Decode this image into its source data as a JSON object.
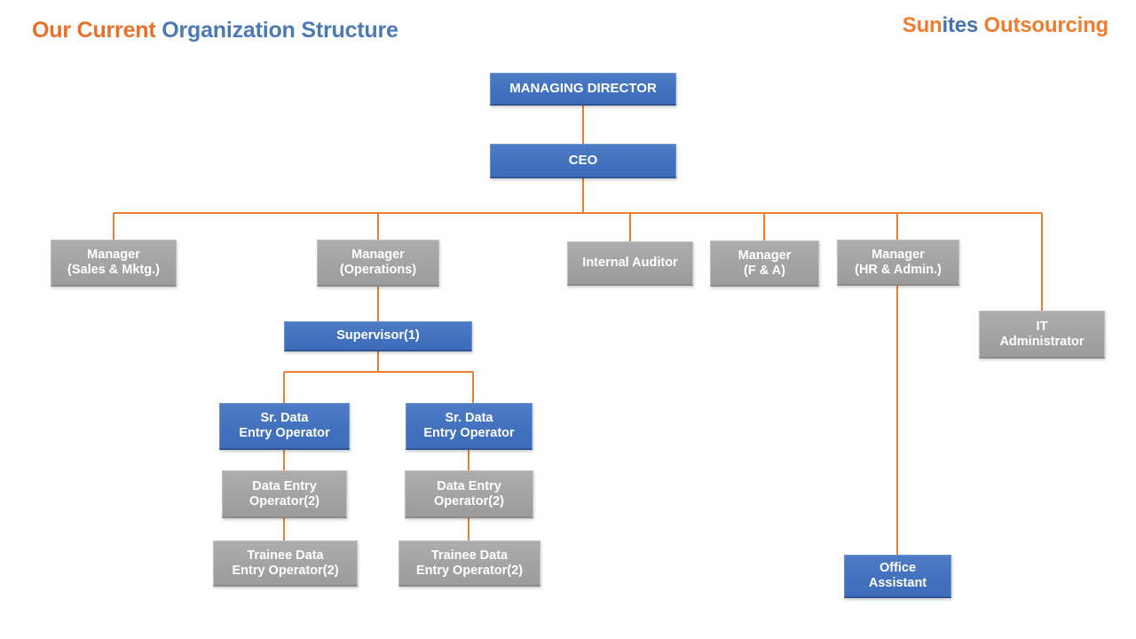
{
  "header": {
    "title_part1": "Our Current",
    "title_part2": "Organization Structure",
    "logo_part1": "Sun",
    "logo_part2": "ites",
    "logo_part3": "Outsourcing"
  },
  "colors": {
    "accent_orange": "#E8702A",
    "title_blue": "#4C7AB5",
    "logo_orange": "#F07C2E",
    "logo_blue": "#4472B0",
    "connector": "#ED7D31",
    "box_blue": "#4272BE",
    "box_gray": "#A3A3A3",
    "background": "#FFFFFF"
  },
  "chart_data": {
    "type": "diagram",
    "title": "Our Current Organization Structure",
    "nodes": [
      {
        "id": "md",
        "label": "MANAGING DIRECTOR",
        "style": "blue"
      },
      {
        "id": "ceo",
        "label": "CEO",
        "style": "blue"
      },
      {
        "id": "mgr_sales",
        "label_line1": "Manager",
        "label_line2": "(Sales & Mktg.)",
        "style": "gray"
      },
      {
        "id": "mgr_ops",
        "label_line1": "Manager",
        "label_line2": "(Operations)",
        "style": "gray"
      },
      {
        "id": "auditor",
        "label": "Internal Auditor",
        "style": "gray"
      },
      {
        "id": "mgr_fa",
        "label_line1": "Manager",
        "label_line2": "(F & A)",
        "style": "gray"
      },
      {
        "id": "mgr_hr",
        "label_line1": "Manager",
        "label_line2": "(HR & Admin.)",
        "style": "gray"
      },
      {
        "id": "it_admin",
        "label_line1": "IT",
        "label_line2": "Administrator",
        "style": "gray"
      },
      {
        "id": "supervisor",
        "label": "Supervisor(1)",
        "style": "blue"
      },
      {
        "id": "sr_deo_1",
        "label_line1": "Sr. Data",
        "label_line2": "Entry Operator",
        "style": "blue"
      },
      {
        "id": "sr_deo_2",
        "label_line1": "Sr. Data",
        "label_line2": "Entry Operator",
        "style": "blue"
      },
      {
        "id": "deo_1",
        "label_line1": "Data Entry",
        "label_line2": "Operator(2)",
        "style": "gray"
      },
      {
        "id": "deo_2",
        "label_line1": "Data Entry",
        "label_line2": "Operator(2)",
        "style": "gray"
      },
      {
        "id": "trainee_1",
        "label_line1": "Trainee Data",
        "label_line2": "Entry Operator(2)",
        "style": "gray"
      },
      {
        "id": "trainee_2",
        "label_line1": "Trainee Data",
        "label_line2": "Entry Operator(2)",
        "style": "gray"
      },
      {
        "id": "office",
        "label_line1": "Office",
        "label_line2": "Assistant",
        "style": "blue"
      }
    ],
    "edges": [
      [
        "md",
        "ceo"
      ],
      [
        "ceo",
        "mgr_sales"
      ],
      [
        "ceo",
        "mgr_ops"
      ],
      [
        "ceo",
        "auditor"
      ],
      [
        "ceo",
        "mgr_fa"
      ],
      [
        "ceo",
        "mgr_hr"
      ],
      [
        "ceo",
        "it_admin"
      ],
      [
        "mgr_ops",
        "supervisor"
      ],
      [
        "supervisor",
        "sr_deo_1"
      ],
      [
        "supervisor",
        "sr_deo_2"
      ],
      [
        "sr_deo_1",
        "deo_1"
      ],
      [
        "deo_1",
        "trainee_1"
      ],
      [
        "sr_deo_2",
        "deo_2"
      ],
      [
        "deo_2",
        "trainee_2"
      ],
      [
        "mgr_hr",
        "office"
      ]
    ]
  }
}
